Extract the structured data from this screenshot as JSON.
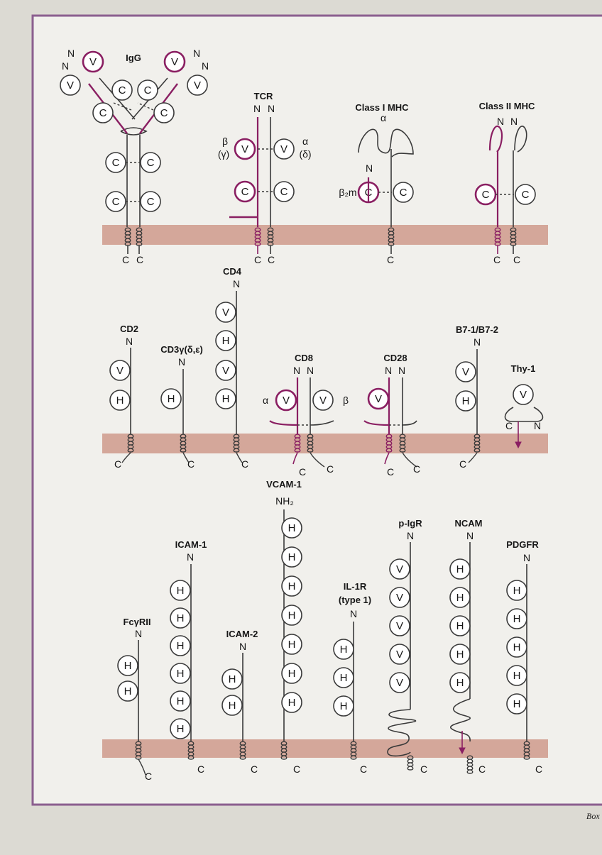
{
  "caption_fragment": "Box",
  "colors": {
    "membrane": "#d4a79a",
    "highlight": "#8a1f62",
    "outline": "#3a3a3a",
    "frame": "#8b5f8f",
    "panel": "#f1f0ec"
  },
  "molecules": {
    "igg": "IgG",
    "tcr": "TCR",
    "class1": "Class I MHC",
    "class2": "Class II MHC",
    "cd4": "CD4",
    "cd2": "CD2",
    "cd3": "CD3γ(δ,ε)",
    "cd8": "CD8",
    "cd28": "CD28",
    "b7": "B7-1/B7-2",
    "thy1": "Thy-1",
    "vcam1": "VCAM-1",
    "icam1": "ICAM-1",
    "plgr": "p-IgR",
    "ncam": "NCAM",
    "pdgfr": "PDGFR",
    "il1r": "IL-1R",
    "il1r_sub": "(type 1)",
    "fcgr": "FcγRII",
    "icam2": "ICAM-2"
  },
  "domain_labels": {
    "v": "V",
    "c": "C",
    "h": "H"
  },
  "terminal_labels": {
    "n": "N",
    "c": "C",
    "nh2": "NH₂"
  },
  "chain_labels": {
    "beta": "β",
    "gamma": "(γ)",
    "alpha": "α",
    "delta": "(δ)",
    "b2m": "β₂m",
    "cd8_alpha": "α",
    "cd8_beta": "β"
  }
}
